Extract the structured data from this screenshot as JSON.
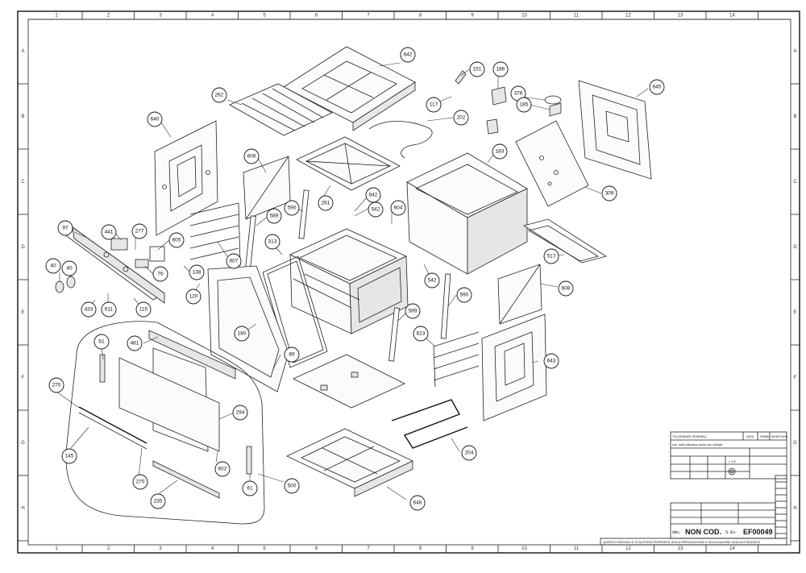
{
  "drawing": {
    "callouts": [
      {
        "id": "c642a",
        "label": "642"
      },
      {
        "id": "c262",
        "label": "262"
      },
      {
        "id": "c151",
        "label": "151"
      },
      {
        "id": "c186",
        "label": "186"
      },
      {
        "id": "c376",
        "label": "376"
      },
      {
        "id": "c645",
        "label": "645"
      },
      {
        "id": "c117",
        "label": "117"
      },
      {
        "id": "c185",
        "label": "185"
      },
      {
        "id": "c202",
        "label": "202"
      },
      {
        "id": "c640",
        "label": "640"
      },
      {
        "id": "c183",
        "label": "183"
      },
      {
        "id": "c608a",
        "label": "608"
      },
      {
        "id": "c261",
        "label": "261"
      },
      {
        "id": "c309",
        "label": "309"
      },
      {
        "id": "c590a",
        "label": "590"
      },
      {
        "id": "c642b",
        "label": "642"
      },
      {
        "id": "c542a",
        "label": "542"
      },
      {
        "id": "c604",
        "label": "604"
      },
      {
        "id": "c97",
        "label": "97"
      },
      {
        "id": "c441",
        "label": "441"
      },
      {
        "id": "c277",
        "label": "277"
      },
      {
        "id": "c605",
        "label": "605"
      },
      {
        "id": "c589",
        "label": "589"
      },
      {
        "id": "c313",
        "label": "313"
      },
      {
        "id": "c607",
        "label": "607"
      },
      {
        "id": "c517",
        "label": "517"
      },
      {
        "id": "c40a",
        "label": "40"
      },
      {
        "id": "c40b",
        "label": "40"
      },
      {
        "id": "c76",
        "label": "76"
      },
      {
        "id": "c138",
        "label": "138"
      },
      {
        "id": "c542b",
        "label": "542"
      },
      {
        "id": "c590b",
        "label": "590"
      },
      {
        "id": "c608b",
        "label": "608"
      },
      {
        "id": "c120",
        "label": "120"
      },
      {
        "id": "c433",
        "label": "433"
      },
      {
        "id": "c611",
        "label": "611"
      },
      {
        "id": "c115",
        "label": "115"
      },
      {
        "id": "c589b",
        "label": "589"
      },
      {
        "id": "c180",
        "label": "180"
      },
      {
        "id": "c61a",
        "label": "61"
      },
      {
        "id": "c481",
        "label": "481"
      },
      {
        "id": "c623",
        "label": "623"
      },
      {
        "id": "c89",
        "label": "89"
      },
      {
        "id": "c643",
        "label": "643"
      },
      {
        "id": "c270a",
        "label": "270"
      },
      {
        "id": "c294",
        "label": "294"
      },
      {
        "id": "c204",
        "label": "204"
      },
      {
        "id": "c145",
        "label": "145"
      },
      {
        "id": "c602",
        "label": "602"
      },
      {
        "id": "c270b",
        "label": "270"
      },
      {
        "id": "c500",
        "label": "500"
      },
      {
        "id": "c61b",
        "label": "61"
      },
      {
        "id": "c235",
        "label": "235"
      },
      {
        "id": "c646",
        "label": "646"
      }
    ],
    "zones_top": [
      "1",
      "2",
      "3",
      "4",
      "5",
      "6",
      "7",
      "8",
      "9",
      "10",
      "11",
      "12",
      "13",
      "14"
    ],
    "zones_side": [
      "A",
      "B",
      "C",
      "D",
      "E",
      "F",
      "G",
      "H"
    ]
  },
  "title_block": {
    "header_cols": [
      "DATA",
      "FIRMA",
      "MODIFICHE"
    ],
    "note_1": "TOLLERANZE GENERALI",
    "note_2": "mm. dalle tolleranze quote non indicate",
    "dim_ref": "± 1.5°",
    "code_prefix": "disc.",
    "code_value": "NON COD.",
    "revision": "S. Ex.",
    "doc_number": "EF00049",
    "footer_text": "QUESTO DISEGNO E' DI NOSTRA PROPRIETA' SIGLA RIPRODUZIONE E DIVULGAZIONE NON AUTORIZZATE"
  }
}
